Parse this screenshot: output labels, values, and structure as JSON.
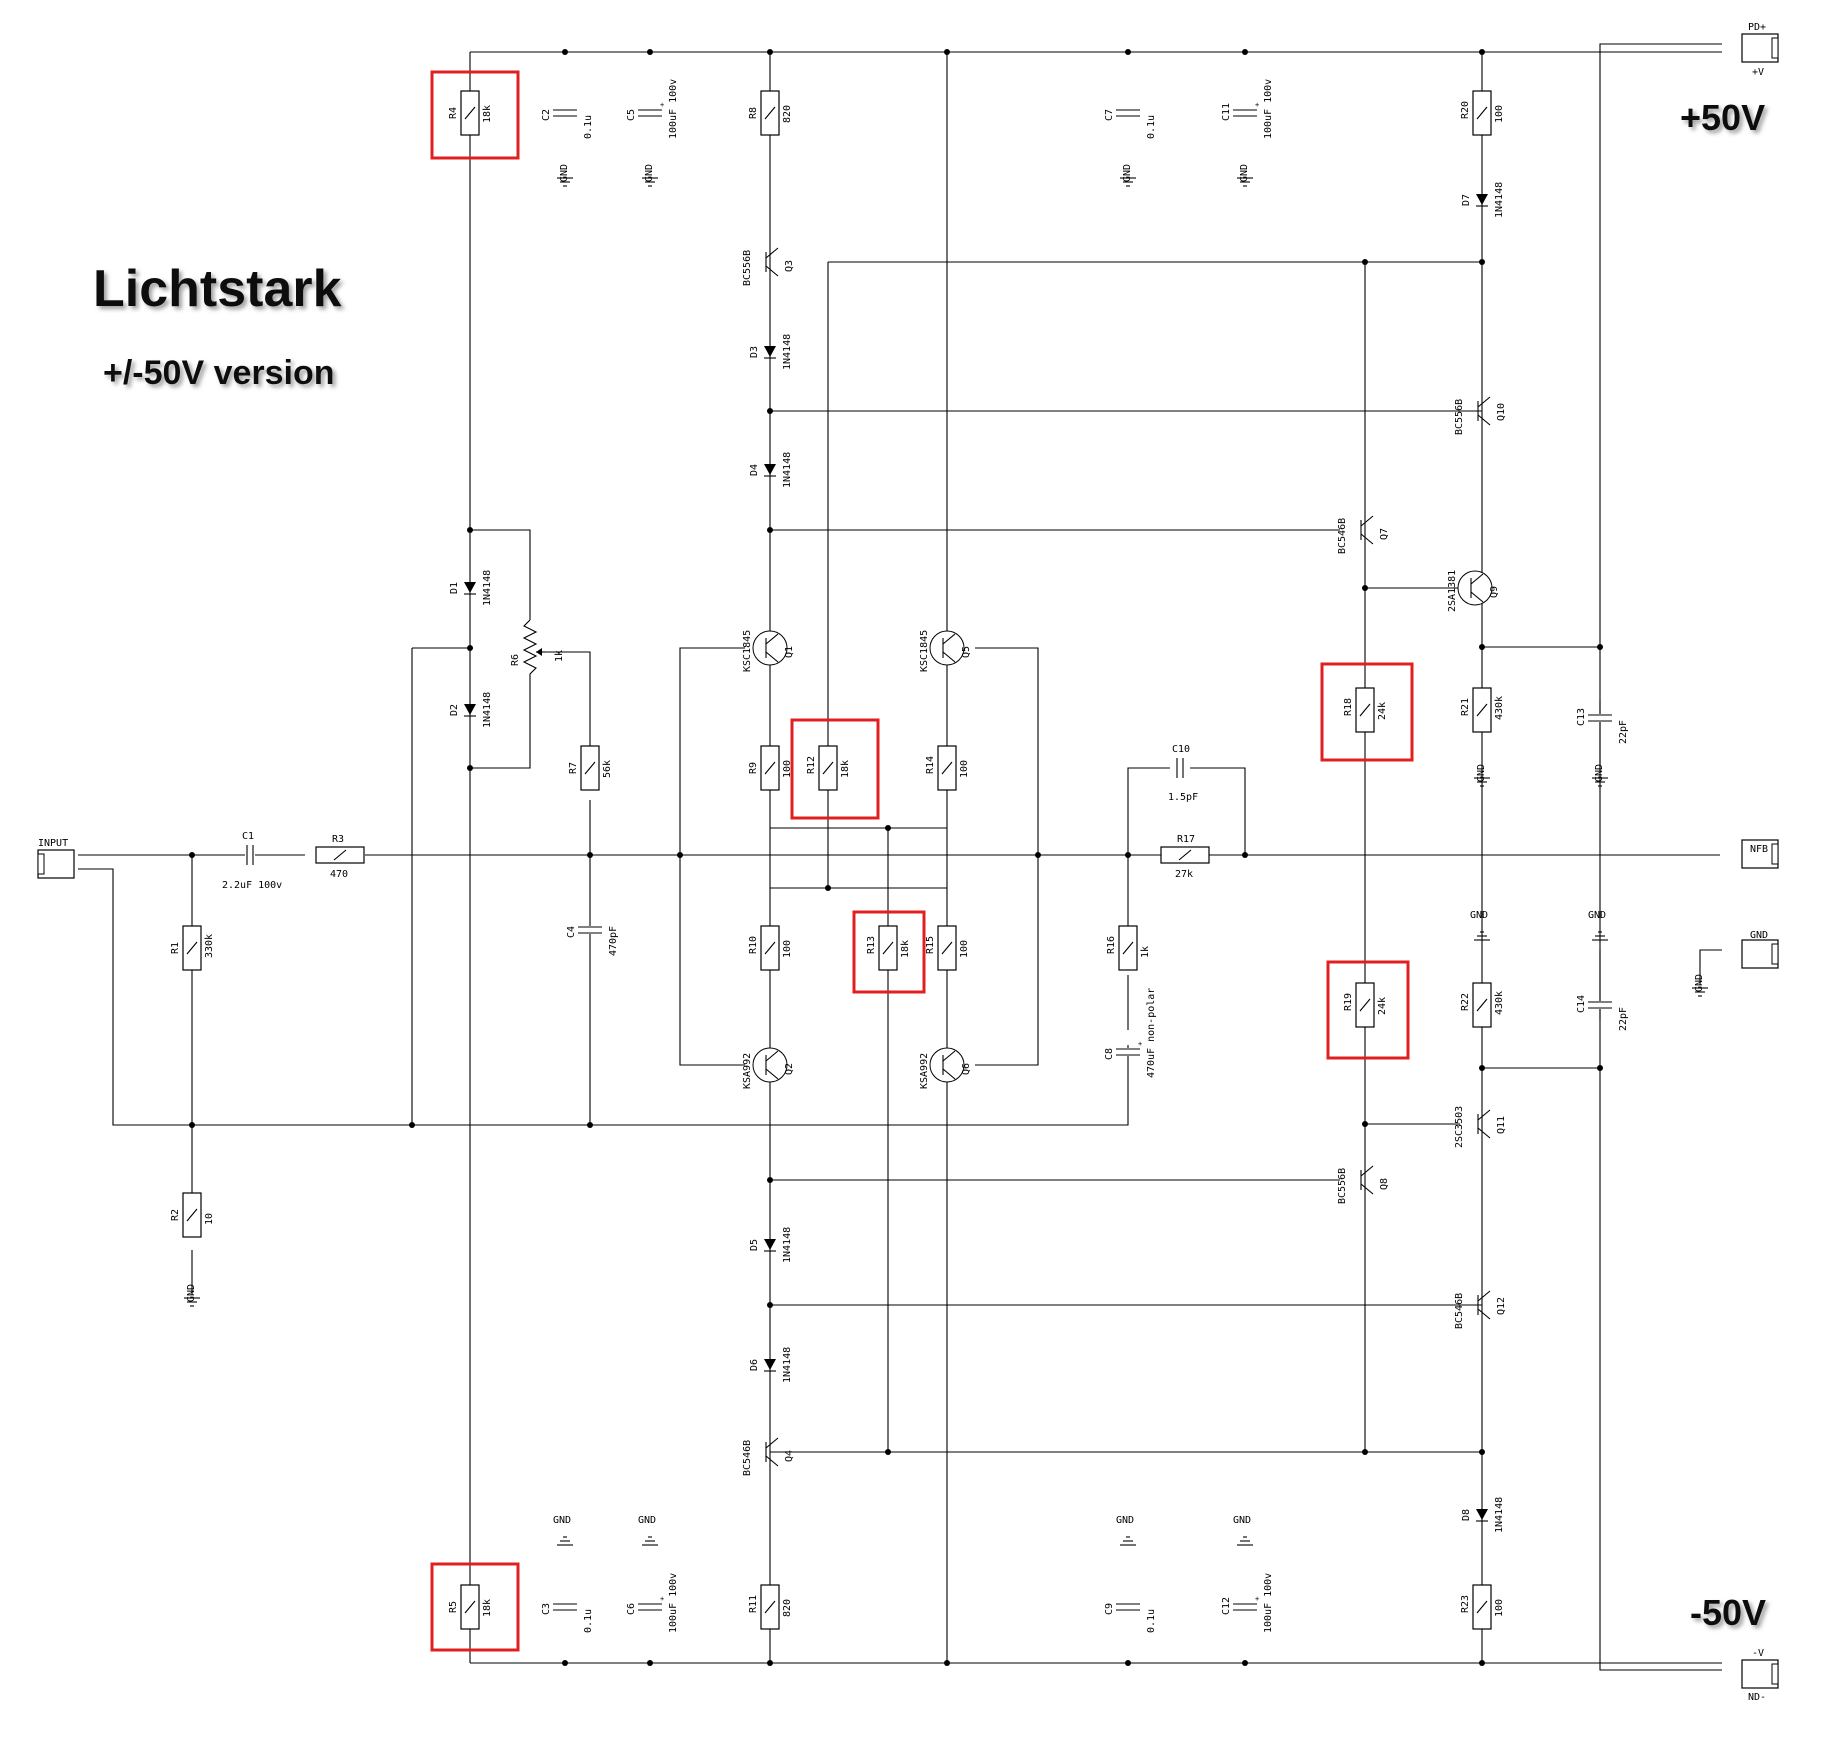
{
  "title": "Lichtstark",
  "subtitle": "+/-50V version",
  "rails": {
    "positive": "+50V",
    "negative": "-50V"
  },
  "connectors": {
    "input": "INPUT",
    "pd_plus": "PD+",
    "plus_v": "+V",
    "nfb": "NFB",
    "gnd": "GND",
    "minus_v": "-V",
    "nd_minus": "ND-"
  },
  "gnd_label": "GND",
  "highlight_color": "#e02020",
  "components": {
    "R1": {
      "ref": "R1",
      "value": "330k"
    },
    "R2": {
      "ref": "R2",
      "value": "10"
    },
    "R3": {
      "ref": "R3",
      "value": "470"
    },
    "R4": {
      "ref": "R4",
      "value": "18k"
    },
    "R5": {
      "ref": "R5",
      "value": "18k"
    },
    "R6": {
      "ref": "R6",
      "value": "1k"
    },
    "R7": {
      "ref": "R7",
      "value": "56k"
    },
    "R8": {
      "ref": "R8",
      "value": "820"
    },
    "R9": {
      "ref": "R9",
      "value": "100"
    },
    "R10": {
      "ref": "R10",
      "value": "100"
    },
    "R11": {
      "ref": "R11",
      "value": "820"
    },
    "R12": {
      "ref": "R12",
      "value": "18k"
    },
    "R13": {
      "ref": "R13",
      "value": "18k"
    },
    "R14": {
      "ref": "R14",
      "value": "100"
    },
    "R15": {
      "ref": "R15",
      "value": "100"
    },
    "R16": {
      "ref": "R16",
      "value": "1k"
    },
    "R17": {
      "ref": "R17",
      "value": "27k"
    },
    "R18": {
      "ref": "R18",
      "value": "24k"
    },
    "R19": {
      "ref": "R19",
      "value": "24k"
    },
    "R20": {
      "ref": "R20",
      "value": "100"
    },
    "R21": {
      "ref": "R21",
      "value": "430k"
    },
    "R22": {
      "ref": "R22",
      "value": "430k"
    },
    "R23": {
      "ref": "R23",
      "value": "100"
    },
    "C1": {
      "ref": "C1",
      "value": "2.2uF 100v"
    },
    "C2": {
      "ref": "C2",
      "value": "0.1u"
    },
    "C3": {
      "ref": "C3",
      "value": "0.1u"
    },
    "C4": {
      "ref": "C4",
      "value": "470pF"
    },
    "C5": {
      "ref": "C5",
      "value": "100uF 100v"
    },
    "C6": {
      "ref": "C6",
      "value": "100uF 100v"
    },
    "C7": {
      "ref": "C7",
      "value": "0.1u"
    },
    "C8": {
      "ref": "C8",
      "value": "470uF non-polar"
    },
    "C9": {
      "ref": "C9",
      "value": "0.1u"
    },
    "C10": {
      "ref": "C10",
      "value": "1.5pF"
    },
    "C11": {
      "ref": "C11",
      "value": "100uF 100v"
    },
    "C12": {
      "ref": "C12",
      "value": "100uF 100v"
    },
    "C13": {
      "ref": "C13",
      "value": "22pF"
    },
    "C14": {
      "ref": "C14",
      "value": "22pF"
    },
    "D1": {
      "ref": "D1",
      "value": "1N4148"
    },
    "D2": {
      "ref": "D2",
      "value": "1N4148"
    },
    "D3": {
      "ref": "D3",
      "value": "1N4148"
    },
    "D4": {
      "ref": "D4",
      "value": "1N4148"
    },
    "D5": {
      "ref": "D5",
      "value": "1N4148"
    },
    "D6": {
      "ref": "D6",
      "value": "1N4148"
    },
    "D7": {
      "ref": "D7",
      "value": "1N4148"
    },
    "D8": {
      "ref": "D8",
      "value": "1N4148"
    },
    "Q1": {
      "ref": "Q1",
      "value": "KSC1845"
    },
    "Q2": {
      "ref": "Q2",
      "value": "KSA992"
    },
    "Q3": {
      "ref": "Q3",
      "value": "BC556B"
    },
    "Q4": {
      "ref": "Q4",
      "value": "BC546B"
    },
    "Q5": {
      "ref": "Q5",
      "value": "KSC1845"
    },
    "Q6": {
      "ref": "Q6",
      "value": "KSA992"
    },
    "Q7": {
      "ref": "Q7",
      "value": "BC546B"
    },
    "Q8": {
      "ref": "Q8",
      "value": "BC556B"
    },
    "Q9": {
      "ref": "Q9",
      "value": "2SA1381"
    },
    "Q10": {
      "ref": "Q10",
      "value": "BC556B"
    },
    "Q11": {
      "ref": "Q11",
      "value": "2SC3503"
    },
    "Q12": {
      "ref": "Q12",
      "value": "BC546B"
    }
  },
  "highlighted": [
    "R4",
    "R5",
    "R12",
    "R13",
    "R18",
    "R19"
  ]
}
